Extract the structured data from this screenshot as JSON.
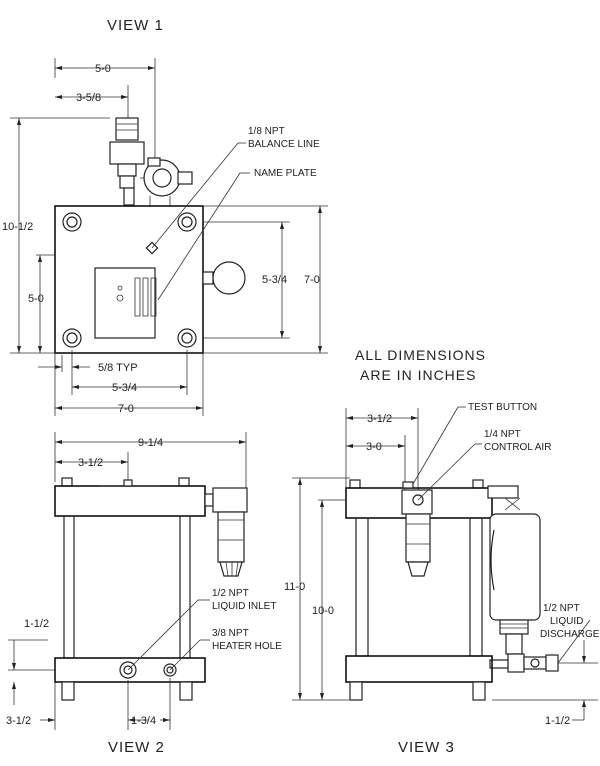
{
  "views": {
    "view1": "VIEW 1",
    "view2": "VIEW 2",
    "view3": "VIEW 3"
  },
  "note": {
    "line1": "ALL DIMENSIONS",
    "line2": "ARE IN INCHES"
  },
  "callouts": {
    "balance_1": "1/8 NPT",
    "balance_2": "BALANCE LINE",
    "nameplate": "NAME PLATE",
    "test_button": "TEST BUTTON",
    "control_1": "1/4 NPT",
    "control_2": "CONTROL AIR",
    "inlet_1": "1/2 NPT",
    "inlet_2": "LIQUID INLET",
    "heater_1": "3/8 NPT",
    "heater_2": "HEATER HOLE",
    "discharge_1": "1/2  NPT",
    "discharge_2": "LIQUID",
    "discharge_3": "DISCHARGE"
  },
  "dims": {
    "v1_top": "5-0",
    "v1_fitting": "3-5/8",
    "v1_height": "10-1/2",
    "v1_left": "5-0",
    "v1_right_inner": "5-3/4",
    "v1_right_outer": "7-0",
    "v1_typ": "5/8 TYP",
    "v1_bottom_inner": "5-3/4",
    "v1_bottom_outer": "7-0",
    "v2_width": "9-1/4",
    "v2_half": "3-1/2",
    "v2_left_low": "1-1/2",
    "v2_bottom_left": "3-1/2",
    "v2_bottom_mid": "1-3/4",
    "v3_a": "3-1/2",
    "v3_b": "3-0",
    "v3_outer": "11-0",
    "v3_inner": "10-0",
    "v3_bottom": "1-1/2"
  }
}
